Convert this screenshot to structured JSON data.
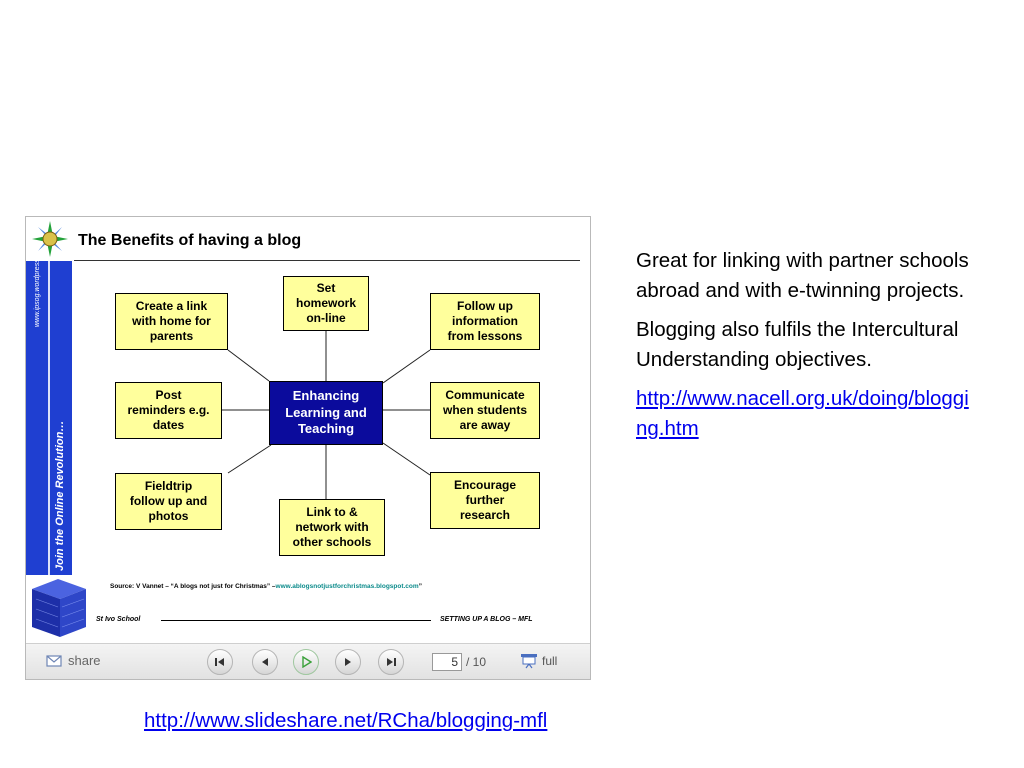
{
  "slide": {
    "title": "The Benefits of having a blog",
    "sidebar_text": "Join the Online Revolution…",
    "sidebar_url": "www.ipsog.wordpress.com",
    "center": "Enhancing\nLearning and\nTeaching",
    "boxes": [
      "Set\nhomework\non-line",
      "Create a link\nwith home for\nparents",
      "Follow up\ninformation\nfrom lessons",
      "Post\nreminders e.g.\ndates",
      "Communicate\nwhen students\nare away",
      "Fieldtrip\nfollow up and\nphotos",
      "Link to &\nnetwork with\nother schools",
      "Encourage\nfurther\nresearch"
    ],
    "source_prefix": "Source: V Vannet – “A blogs not just for Christmas” –",
    "source_link": "www.ablogsnotjustforchristmas.blogspot.com",
    "source_suffix": "”",
    "footer_left": "St Ivo School",
    "footer_right": "SETTING UP A BLOG – MFL"
  },
  "player": {
    "share_label": "share",
    "current_page": "5",
    "total_pages": "/ 10",
    "full_label": "full",
    "icons": [
      "share-icon",
      "first-icon",
      "prev-icon",
      "play-icon",
      "next-icon",
      "last-icon",
      "fullscreen-icon"
    ]
  },
  "text": {
    "para1": "Great for linking with partner schools abroad and with e-twinning projects.",
    "para2": "Blogging also fulfils the Intercultural Understanding objectives.",
    "link1": "http://www.nacell.org.uk/doing/blogging.htm"
  },
  "bottom_link": "http://www.slideshare.net/RCha/blogging-mfl",
  "colors": {
    "box_fill": "#ffff9c",
    "center_fill": "#0b0b9c",
    "sidebar": "#1f3fd1",
    "link": "#0000ee"
  }
}
